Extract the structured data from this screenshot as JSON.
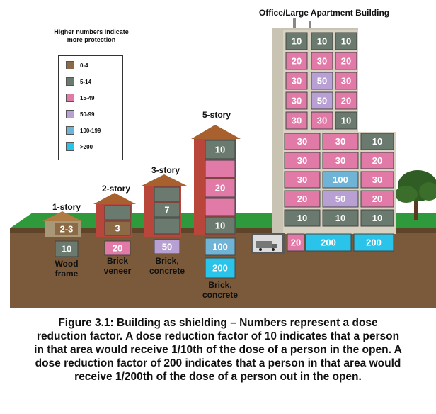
{
  "legend": {
    "title": "Higher numbers indicate more protection",
    "items": [
      {
        "label": "0-4",
        "color": "#8b6a45"
      },
      {
        "label": "5-14",
        "color": "#6a7a6e"
      },
      {
        "label": "15-49",
        "color": "#e27aa8"
      },
      {
        "label": "50-99",
        "color": "#b8a0d4"
      },
      {
        "label": "100-199",
        "color": "#6fb3d6"
      },
      {
        "label": ">200",
        "color": "#2ac4ea"
      }
    ]
  },
  "buildings": {
    "one_story": {
      "title": "1-story",
      "above": "2-3",
      "below": "10",
      "type_line1": "Wood",
      "type_line2": "frame"
    },
    "two_story": {
      "title": "2-story",
      "above": "3",
      "below": "20",
      "type_line1": "Brick",
      "type_line2": "veneer"
    },
    "three_story": {
      "title": "3-story",
      "above": "7",
      "below": "50",
      "type_line1": "Brick,",
      "type_line2": "concrete"
    },
    "five_story": {
      "title": "5-story",
      "floor5": "10",
      "floor3": "20",
      "floor1": "10",
      "basement1": "100",
      "basement2": "200",
      "type_line1": "Brick,",
      "type_line2": "concrete"
    },
    "office": {
      "title": "Office/Large Apartment Building",
      "tower_rows": [
        [
          "10",
          "10",
          "10"
        ],
        [
          "20",
          "30",
          "20"
        ],
        [
          "30",
          "50",
          "30"
        ],
        [
          "30",
          "50",
          "20"
        ],
        [
          "30",
          "30",
          "10"
        ]
      ],
      "wide_rows": [
        [
          "30",
          "30",
          "10"
        ],
        [
          "30",
          "30",
          "20"
        ],
        [
          "30",
          "100",
          "30"
        ],
        [
          "20",
          "50",
          "20"
        ],
        [
          "10",
          "10",
          "10"
        ]
      ],
      "basement": [
        "20",
        "200",
        "200"
      ]
    }
  },
  "caption": {
    "line1": "Figure 3.1: Building as shielding – Numbers represent a dose",
    "line2": "reduction factor. A dose reduction factor of 10 indicates that a person",
    "line3": "in that area would receive 1/10th of the dose of a person in the open. A",
    "line4": "dose reduction factor of 200 indicates that a person in that area would",
    "line5": "receive 1/200th of the dose of a person out in the open."
  }
}
